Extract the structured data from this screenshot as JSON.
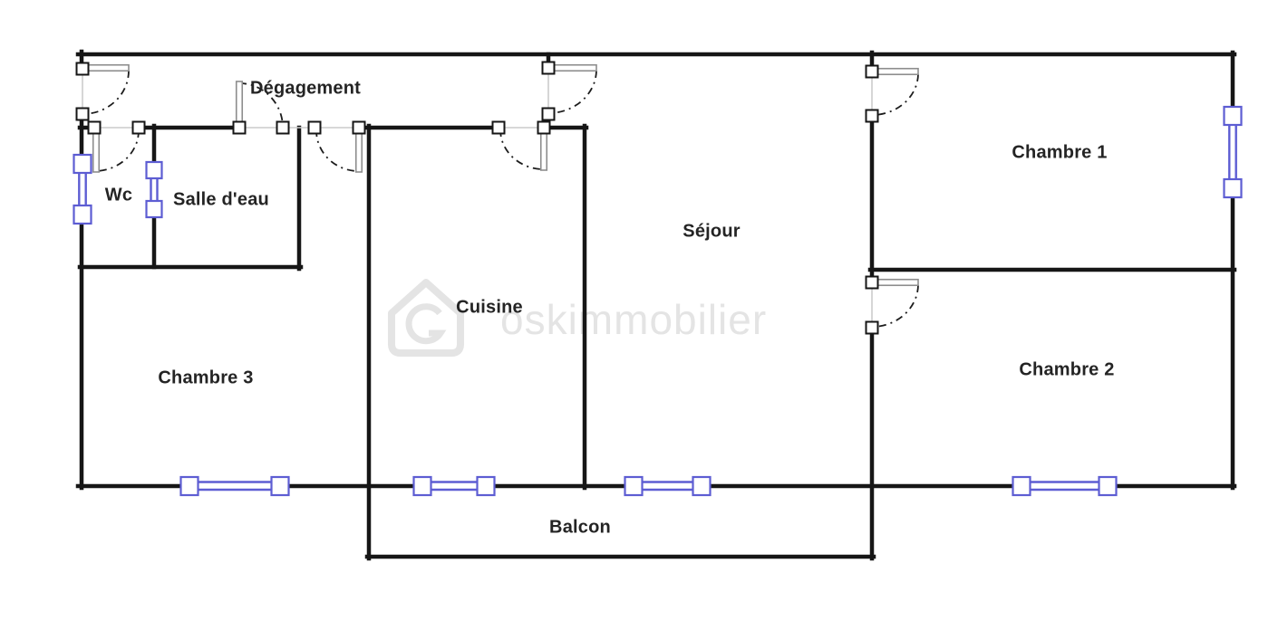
{
  "rooms": [
    {
      "name": "Dégagement"
    },
    {
      "name": "Wc"
    },
    {
      "name": "Salle d'eau"
    },
    {
      "name": "Cuisine"
    },
    {
      "name": "Séjour"
    },
    {
      "name": "Chambre 1"
    },
    {
      "name": "Chambre 2"
    },
    {
      "name": "Chambre 3"
    },
    {
      "name": "Balcon"
    }
  ],
  "watermark": {
    "text": "oskimmobilier"
  },
  "colors": {
    "background": "#ffffff",
    "wall": "#161616",
    "door_arc": "#1c1c1c",
    "door_leaf": "#8d8d8d",
    "opening": "#cccccc",
    "window": "#5d5dd3",
    "label": "#242424",
    "watermark": "#e4e4e4"
  }
}
